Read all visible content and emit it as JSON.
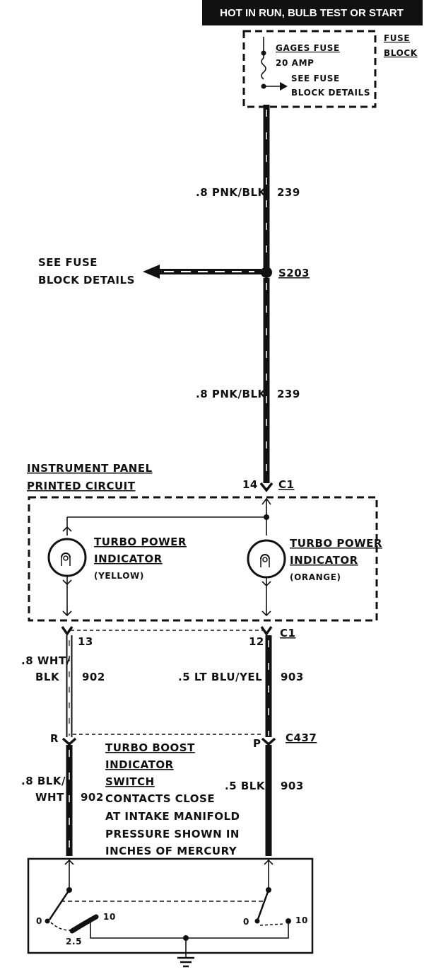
{
  "header": {
    "power": "HOT IN RUN, BULB TEST OR START"
  },
  "fuse_block": {
    "name_line1": "FUSE",
    "name_line2": "BLOCK",
    "fuse_name": "GAGES FUSE",
    "fuse_rating": "20 AMP",
    "details_line1": "SEE FUSE",
    "details_line2": "BLOCK DETAILS"
  },
  "wire_upper": {
    "spec": ".8 PNK/BLK",
    "circuit": "239"
  },
  "splice": {
    "name": "S203",
    "ref_line1": "SEE FUSE",
    "ref_line2": "BLOCK DETAILS"
  },
  "wire_lower": {
    "spec": ".8 PNK/BLK",
    "circuit": "239"
  },
  "panel": {
    "title_line1": "INSTRUMENT PANEL",
    "title_line2": "PRINTED CIRCUIT",
    "pin_top": "14",
    "connector_top": "C1",
    "indicator_left_line1": "TURBO POWER",
    "indicator_left_line2": "INDICATOR",
    "indicator_left_color": "(YELLOW)",
    "indicator_right_line1": "TURBO POWER",
    "indicator_right_line2": "INDICATOR",
    "indicator_right_color": "(ORANGE)",
    "pin_left_bottom": "13",
    "pin_right_bottom": "12",
    "connector_bottom": "C1"
  },
  "wire_902": {
    "spec_line1": ".8 WHT/",
    "spec_line2": "BLK",
    "circuit": "902"
  },
  "wire_903": {
    "spec": ".5 LT BLU/YEL",
    "circuit": "903"
  },
  "connector_c437": {
    "name": "C437",
    "pin_left": "R",
    "pin_right": "P"
  },
  "switch": {
    "title_line1": "TURBO BOOST",
    "title_line2": "INDICATOR",
    "title_line3": "SWITCH",
    "desc_line1": "CONTACTS CLOSE",
    "desc_line2": "AT INTAKE MANIFOLD",
    "desc_line3": "PRESSURE SHOWN IN",
    "desc_line4": "INCHES OF MERCURY",
    "left_low": "0",
    "left_high": "10",
    "left_close": "2.5",
    "right_low": "0",
    "right_high": "10"
  },
  "wire_902_lower": {
    "spec_line1": ".8 BLK/",
    "spec_line2": "WHT",
    "circuit": "902"
  },
  "wire_903_lower": {
    "spec": ".5 BLK",
    "circuit": "903"
  }
}
